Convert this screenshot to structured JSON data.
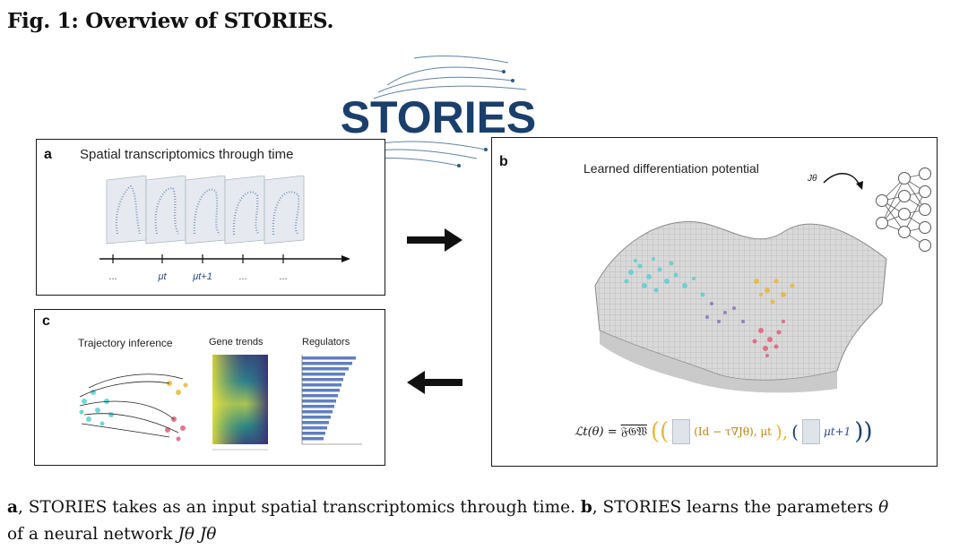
{
  "figure": {
    "title": "Fig. 1: Overview of STORIES."
  },
  "logo": {
    "text": "STORIES"
  },
  "panel_a": {
    "letter": "a",
    "heading": "Spatial transcriptomics through time",
    "timeline_labels": [
      "...",
      "μt",
      "μt+1",
      "...",
      "..."
    ]
  },
  "panel_b": {
    "letter": "b",
    "heading": "Learned differentiation potential",
    "network_label": "Jθ",
    "loss": {
      "lhs": "ℒt(θ) = ",
      "operator": "𝔉𝔊𝔚",
      "arg1": "(Id − τ∇Jθ), μt",
      "arg2": "μt+1"
    }
  },
  "panel_c": {
    "letter": "c",
    "titles": [
      "Trajectory inference",
      "Gene trends",
      "Regulators"
    ]
  },
  "caption": {
    "a_label": "a",
    "a_text": ", STORIES takes as an input spatial transcriptomics through time. ",
    "b_label": "b",
    "b_text": ", STORIES learns the parameters ",
    "theta": "θ",
    "line2": "of a neural network ",
    "j1": "Jθ",
    "j2": "Jθ"
  },
  "colors": {
    "cyan": "#5ccfd0",
    "yellow": "#e8b83a",
    "pink": "#e0607a",
    "navy": "#1a3f6d",
    "purple": "#7a5fb0"
  }
}
